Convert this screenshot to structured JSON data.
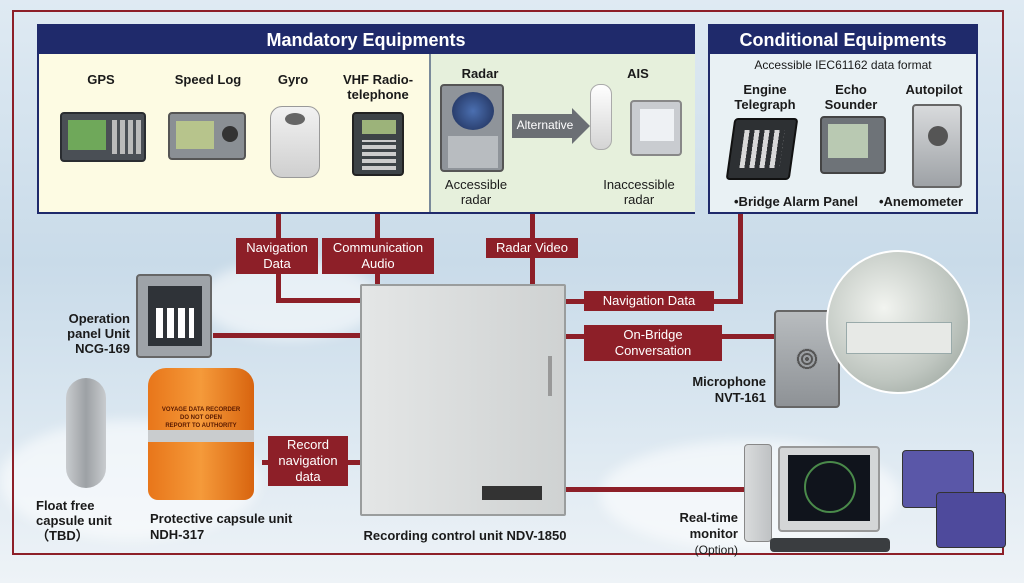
{
  "mandatory": {
    "title": "Mandatory Equipments",
    "gps": "GPS",
    "speed_log": "Speed Log",
    "gyro": "Gyro",
    "vhf_line1": "VHF Radio-",
    "vhf_line2": "telephone",
    "radar": "Radar",
    "ais": "AIS",
    "alternative": "Alternative",
    "accessible_line1": "Accessible",
    "accessible_line2": "radar",
    "inaccessible_line1": "Inaccessible",
    "inaccessible_line2": "radar"
  },
  "conditional": {
    "title": "Conditional Equipments",
    "subtitle": "Accessible IEC61162 data format",
    "engine_line1": "Engine",
    "engine_line2": "Telegraph",
    "echo_line1": "Echo",
    "echo_line2": "Sounder",
    "autopilot": "Autopilot",
    "bridge_alarm": "•Bridge Alarm Panel",
    "anemometer": "•Anemometer"
  },
  "tags": {
    "nav_data_line1": "Navigation",
    "nav_data_line2": "Data",
    "comm_line1": "Communication",
    "comm_line2": "Audio",
    "radar_video": "Radar Video",
    "nav_data_right": "Navigation Data",
    "onbridge_line1": "On-Bridge",
    "onbridge_line2": "Conversation",
    "record_line1": "Record",
    "record_line2": "navigation",
    "record_line3": "data"
  },
  "units": {
    "operation_line1": "Operation",
    "operation_line2": "panel Unit",
    "operation_line3": "NCG-169",
    "microphone_line1": "Microphone",
    "microphone_line2": "NVT-161",
    "float_line1": "Float free",
    "float_line2": "capsule unit",
    "float_line3": "（TBD）",
    "protective_line1": "Protective capsule unit",
    "protective_line2": "NDH-317",
    "recording": "Recording control unit  NDV-1850",
    "monitor_line1": "Real-time",
    "monitor_line2": "monitor",
    "monitor_line3": "(Option)"
  },
  "capsule_text": {
    "line1": "VOYAGE DATA RECORDER",
    "line2": "DO NOT OPEN",
    "line3": "REPORT TO AUTHORITY"
  },
  "colors": {
    "navy": "#1f2a6b",
    "wire": "#8d1f28",
    "mandatory_bg": "#fdfbe3",
    "conditional_bg": "#e9f1f4"
  }
}
